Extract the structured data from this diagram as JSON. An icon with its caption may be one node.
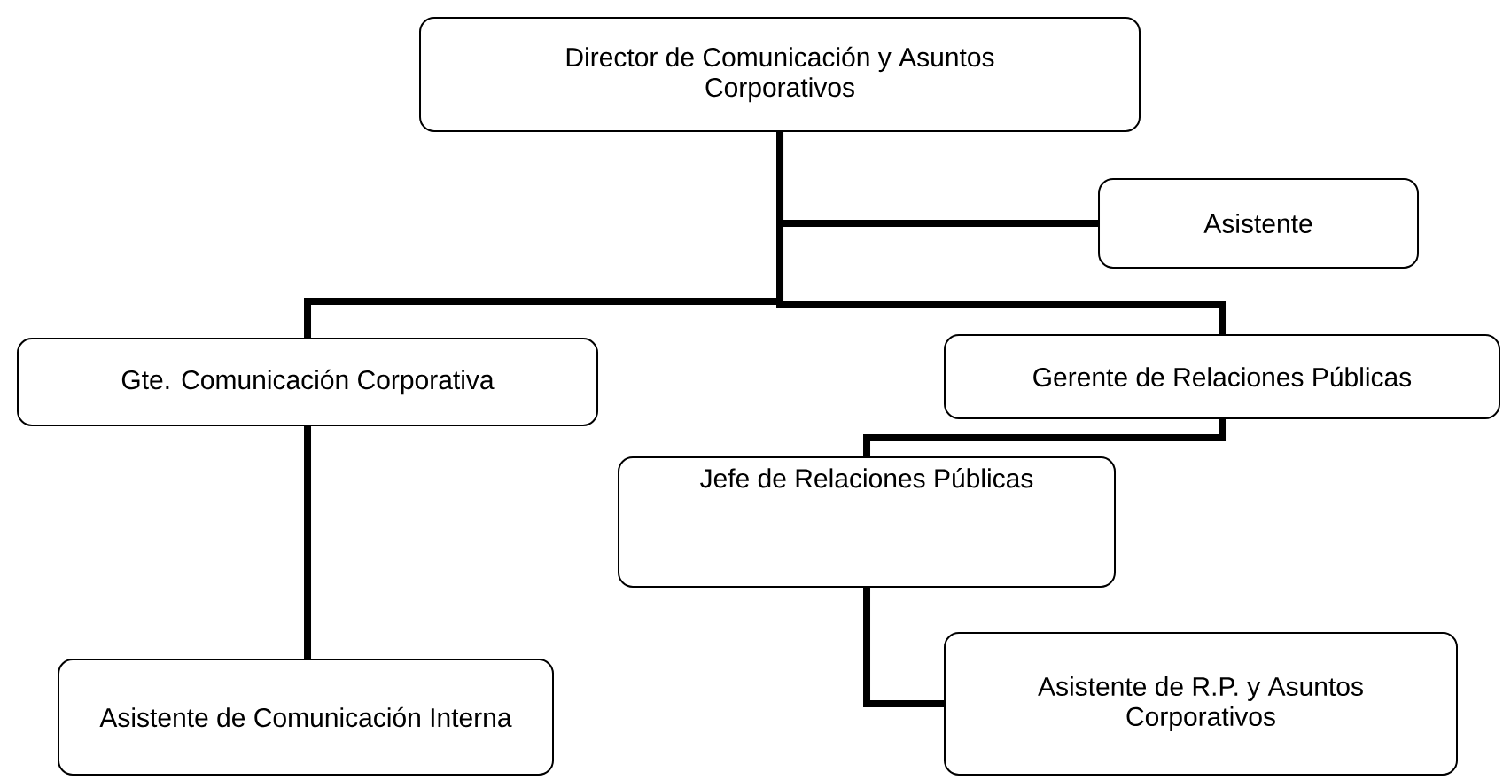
{
  "diagram": {
    "nodes": [
      {
        "text": [
          "Director de Comunicación y Asuntos Corporativos"
        ]
      },
      {
        "text": [
          "Asistente"
        ]
      },
      {
        "text": [
          "Gte. Comunicación Corporativa"
        ]
      },
      {
        "text": [
          "Gerente de Relaciones Públicas"
        ]
      },
      {
        "text": [
          "Jefe de Relaciones Públicas"
        ]
      },
      {
        "text": [
          "Asistente de Comunicación Interna"
        ]
      },
      {
        "text": [
          "Asistente de R.P. y Asuntos Corporativos"
        ]
      }
    ],
    "edges": [
      {
        "from": 0,
        "to": 1,
        "arrow": "none"
      },
      {
        "from": 0,
        "to": 2,
        "arrow": "none"
      },
      {
        "from": 0,
        "to": 3,
        "arrow": "none"
      },
      {
        "from": 2,
        "to": 5,
        "arrow": "none"
      },
      {
        "from": 3,
        "to": 4,
        "arrow": "none"
      },
      {
        "from": 4,
        "to": 6,
        "arrow": "none"
      }
    ]
  }
}
